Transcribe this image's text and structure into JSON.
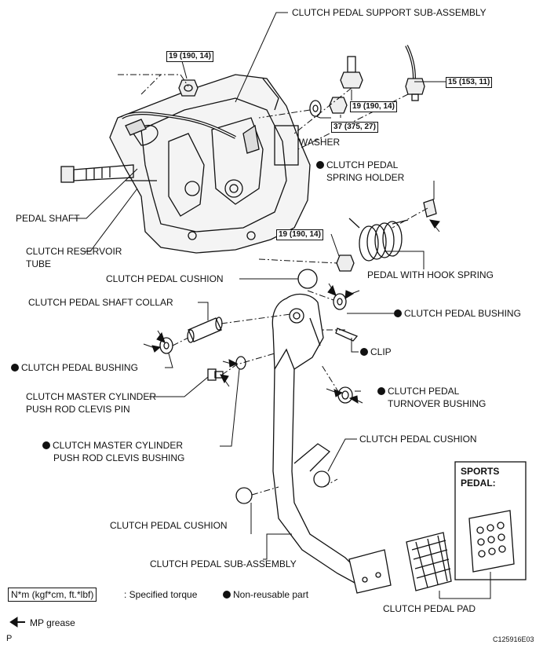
{
  "labels": {
    "support_sub_assembly": "CLUTCH PEDAL SUPPORT SUB-ASSEMBLY",
    "washer": "WASHER",
    "spring_holder_l1": "CLUTCH PEDAL",
    "spring_holder_l2": "SPRING HOLDER",
    "pedal_shaft": "PEDAL SHAFT",
    "reservoir_tube_l1": "CLUTCH RESERVOIR",
    "reservoir_tube_l2": "TUBE",
    "pedal_cushion_top": "CLUTCH PEDAL CUSHION",
    "hook_spring": "PEDAL WITH HOOK SPRING",
    "shaft_collar": "CLUTCH PEDAL SHAFT COLLAR",
    "bushing_right": "CLUTCH PEDAL BUSHING",
    "bushing_left": "CLUTCH PEDAL BUSHING",
    "clip": "CLIP",
    "clevis_pin_l1": "CLUTCH MASTER CYLINDER",
    "clevis_pin_l2": "PUSH ROD CLEVIS PIN",
    "turnover_l1": "CLUTCH PEDAL",
    "turnover_l2": "TURNOVER BUSHING",
    "clevis_bushing_l1": "CLUTCH MASTER CYLINDER",
    "clevis_bushing_l2": "PUSH ROD CLEVIS BUSHING",
    "cushion_right": "CLUTCH PEDAL CUSHION",
    "cushion_left": "CLUTCH PEDAL CUSHION",
    "sports_l1": "SPORTS",
    "sports_l2": "PEDAL:",
    "pedal_sub_assembly": "CLUTCH PEDAL SUB-ASSEMBLY",
    "pedal_pad": "CLUTCH PEDAL PAD"
  },
  "torques": {
    "nut_top_left": "19 (190, 14)",
    "bolt_top": "19 (190, 14)",
    "tube_fitting": "15 (153, 11)",
    "nut_washer": "37 (375, 27)",
    "nut_lower": "19 (190, 14)"
  },
  "legend": {
    "torque_unit": "N*m (kgf*cm, ft.*lbf)",
    "torque_desc": ": Specified torque",
    "non_reusable": "Non-reusable part",
    "mp_grease": "MP grease",
    "corner_letter": "P",
    "figure_id": "C125916E03"
  }
}
